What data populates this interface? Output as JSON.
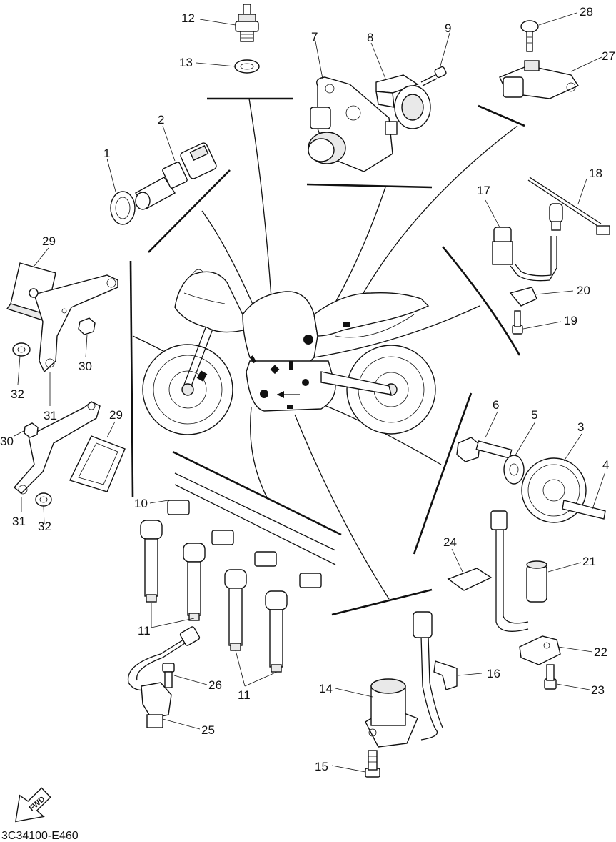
{
  "diagram": {
    "code": "3C34100-E460",
    "fwd_label": "FWD",
    "callouts": [
      {
        "id": "c12",
        "label": "12"
      },
      {
        "id": "c13",
        "label": "13"
      },
      {
        "id": "c7",
        "label": "7"
      },
      {
        "id": "c8",
        "label": "8"
      },
      {
        "id": "c9",
        "label": "9"
      },
      {
        "id": "c28",
        "label": "28"
      },
      {
        "id": "c27",
        "label": "27"
      },
      {
        "id": "c2",
        "label": "2"
      },
      {
        "id": "c1",
        "label": "1"
      },
      {
        "id": "c18",
        "label": "18"
      },
      {
        "id": "c17",
        "label": "17"
      },
      {
        "id": "c29a",
        "label": "29"
      },
      {
        "id": "c20",
        "label": "20"
      },
      {
        "id": "c19",
        "label": "19"
      },
      {
        "id": "c30a",
        "label": "30"
      },
      {
        "id": "c32a",
        "label": "32"
      },
      {
        "id": "c31a",
        "label": "31"
      },
      {
        "id": "c6",
        "label": "6"
      },
      {
        "id": "c5",
        "label": "5"
      },
      {
        "id": "c3",
        "label": "3"
      },
      {
        "id": "c4",
        "label": "4"
      },
      {
        "id": "c29b",
        "label": "29"
      },
      {
        "id": "c30b",
        "label": "30"
      },
      {
        "id": "c10",
        "label": "10"
      },
      {
        "id": "c31b",
        "label": "31"
      },
      {
        "id": "c32b",
        "label": "32"
      },
      {
        "id": "c24",
        "label": "24"
      },
      {
        "id": "c21",
        "label": "21"
      },
      {
        "id": "c11a",
        "label": "11"
      },
      {
        "id": "c22",
        "label": "22"
      },
      {
        "id": "c16",
        "label": "16"
      },
      {
        "id": "c26",
        "label": "26"
      },
      {
        "id": "c14",
        "label": "14"
      },
      {
        "id": "c23",
        "label": "23"
      },
      {
        "id": "c11b",
        "label": "11"
      },
      {
        "id": "c25",
        "label": "25"
      },
      {
        "id": "c15",
        "label": "15"
      }
    ]
  }
}
